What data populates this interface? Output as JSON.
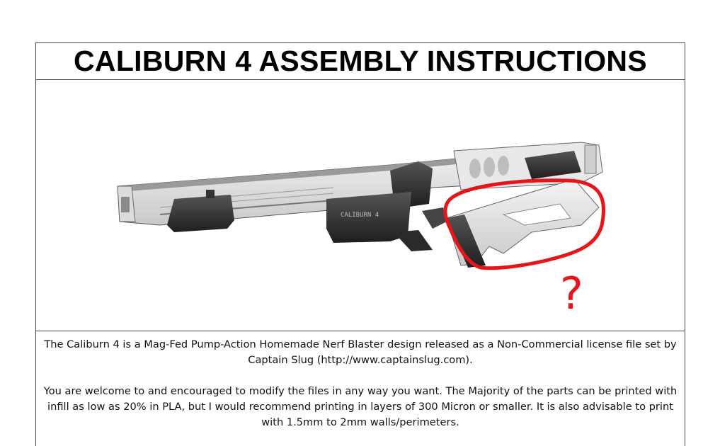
{
  "document": {
    "title": "CALIBURN 4 ASSEMBLY INSTRUCTIONS",
    "annotation": {
      "mark": "?",
      "color": "#e8141a"
    },
    "paragraphs": [
      "The Caliburn 4 is a Mag-Fed Pump-Action Homemade Nerf Blaster design released as a Non-Commercial license file set by Captain Slug (http://www.captainslug.com).",
      "You are welcome to and encouraged to modify the files in any way you want. The Majority of the parts can be printed with infill as low as 20% in PLA, but I would recommend printing in layers of 300 Micron or smaller. It is also advisable to print with 1.5mm to 2mm walls/perimeters."
    ],
    "image_label": "CALIBURN 4"
  }
}
